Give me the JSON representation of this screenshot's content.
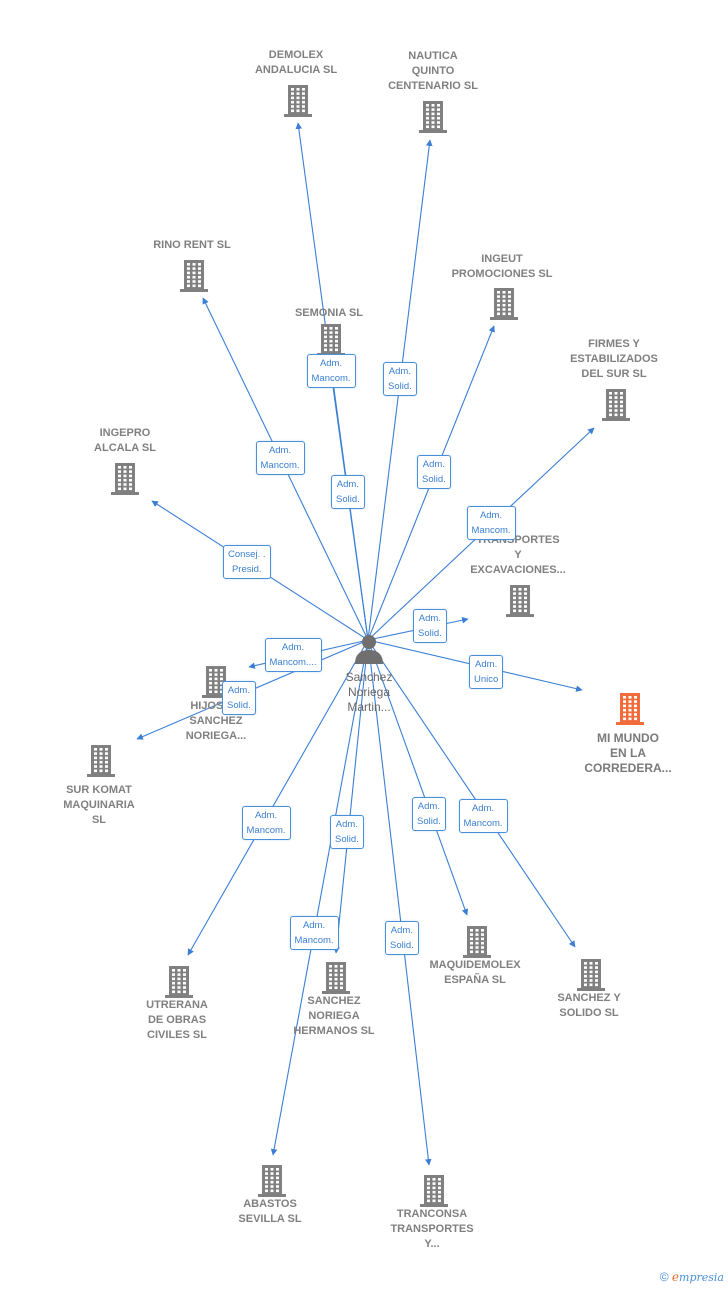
{
  "colors": {
    "edge": "#3b7fd4",
    "node": "#808080",
    "highlight": "#f26b3a"
  },
  "center": {
    "name": "Sanchez\nNoriega\nMartin...",
    "icon": "person-icon"
  },
  "nodes": [
    {
      "id": "demolex",
      "label": "DEMOLEX\nANDALUCIA  SL",
      "icon": "building-icon"
    },
    {
      "id": "nautica",
      "label": "NAUTICA\nQUINTO\nCENTENARIO SL",
      "icon": "building-icon"
    },
    {
      "id": "rino",
      "label": "RINO RENT SL",
      "icon": "building-icon"
    },
    {
      "id": "ingeut",
      "label": "INGEUT\nPROMOCIONES SL",
      "icon": "building-icon"
    },
    {
      "id": "semonia",
      "label": "SEMONIA  SL",
      "icon": "building-icon"
    },
    {
      "id": "firmes",
      "label": "FIRMES Y\nESTABILIZADOS\nDEL SUR SL",
      "icon": "building-icon"
    },
    {
      "id": "ingepro",
      "label": "INGEPRO\nALCALA SL",
      "icon": "building-icon"
    },
    {
      "id": "transportes",
      "label": "TRANSPORTES\nY\nEXCAVACIONES...",
      "icon": "building-icon"
    },
    {
      "id": "hijos",
      "label": "HIJOS DE\nSANCHEZ\nNORIEGA...",
      "icon": "building-icon"
    },
    {
      "id": "mimundo",
      "label": "MI MUNDO\nEN LA\nCORREDERA...",
      "icon": "building-icon",
      "highlight": true
    },
    {
      "id": "surkomat",
      "label": "SUR KOMAT\nMAQUINARIA\nSL",
      "icon": "building-icon"
    },
    {
      "id": "utrerana",
      "label": "UTRERANA\nDE OBRAS\nCIVILES  SL",
      "icon": "building-icon"
    },
    {
      "id": "sanchezhnos",
      "label": "SANCHEZ\nNORIEGA\nHERMANOS  SL",
      "icon": "building-icon"
    },
    {
      "id": "maquidemolex",
      "label": "MAQUIDEMOLEX\nESPAÑA  SL",
      "icon": "building-icon"
    },
    {
      "id": "sanchezsolido",
      "label": "SANCHEZ Y\nSOLIDO  SL",
      "icon": "building-icon"
    },
    {
      "id": "abastos",
      "label": "ABASTOS\nSEVILLA  SL",
      "icon": "building-icon"
    },
    {
      "id": "tranconsa",
      "label": "TRANCONSA\nTRANSPORTES\nY...",
      "icon": "building-icon"
    }
  ],
  "edges": [
    {
      "to": "demolex",
      "label": "Adm.\nMancom."
    },
    {
      "to": "nautica",
      "label": "Adm.\nSolid."
    },
    {
      "to": "rino",
      "label": "Adm.\nMancom."
    },
    {
      "to": "semonia",
      "label": "Adm.\nSolid."
    },
    {
      "to": "ingeut",
      "label": "Adm.\nSolid."
    },
    {
      "to": "firmes",
      "label": "Adm.\nMancom."
    },
    {
      "to": "ingepro",
      "label": "Consej. .\nPresid."
    },
    {
      "to": "transportes",
      "label": "Adm.\nSolid."
    },
    {
      "to": "hijos",
      "label": "Adm.\nMancom...."
    },
    {
      "to": "surkomat",
      "label": "Adm.\nSolid."
    },
    {
      "to": "mimundo",
      "label": "Adm.\nUnico"
    },
    {
      "to": "utrerana",
      "label": "Adm.\nMancom."
    },
    {
      "to": "sanchezhnos",
      "label": "Adm.\nSolid."
    },
    {
      "to": "abastos",
      "label": "Adm.\nMancom."
    },
    {
      "to": "tranconsa",
      "label": "Adm.\nSolid."
    },
    {
      "to": "maquidemolex",
      "label": "Adm.\nSolid."
    },
    {
      "to": "sanchezsolido",
      "label": "Adm.\nMancom."
    }
  ],
  "footer": {
    "copyright": "©",
    "brand_e": "e",
    "brand_rest": "mpresia"
  }
}
